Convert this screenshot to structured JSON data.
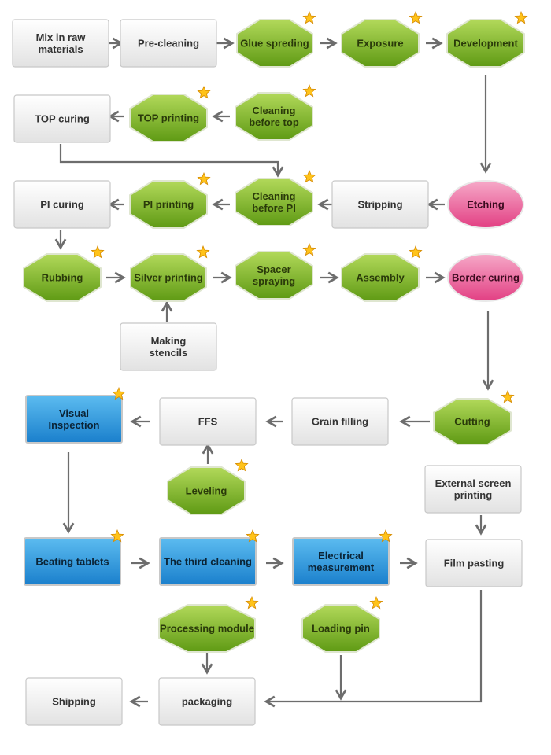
{
  "colors": {
    "gray_top": "#ffffff",
    "gray_bottom": "#e2e2e2",
    "gray_stroke": "#c8c8c8",
    "gray_text": "#333333",
    "green_top": "#b2d95a",
    "green_bottom": "#5f9a14",
    "green_stroke": "#ffffff",
    "green_text": "#2a3a0a",
    "pink_top": "#f6a9c8",
    "pink_bottom": "#e23f83",
    "pink_text": "#3a0a1e",
    "blue_top": "#5cbcf0",
    "blue_bottom": "#1a7fcc",
    "blue_text": "#0b2436",
    "arrow": "#6d6d6d",
    "star_fill": "#ffc31a",
    "star_stroke": "#d58a00"
  },
  "nodes": {
    "mix": {
      "label": [
        "Mix in raw",
        "materials"
      ],
      "kind": "gray"
    },
    "precleaning": {
      "label": [
        "Pre-cleaning"
      ],
      "kind": "gray"
    },
    "glue": {
      "label": [
        "Glue spreding"
      ],
      "kind": "green",
      "star": true
    },
    "exposure": {
      "label": [
        "Exposure"
      ],
      "kind": "green",
      "star": true
    },
    "development": {
      "label": [
        "Development"
      ],
      "kind": "green",
      "star": true
    },
    "top_curing": {
      "label": [
        "TOP curing"
      ],
      "kind": "gray"
    },
    "top_printing": {
      "label": [
        "TOP printing"
      ],
      "kind": "green",
      "star": true
    },
    "cleaning_top": {
      "label": [
        "Cleaning",
        "before top"
      ],
      "kind": "green",
      "star": true
    },
    "pi_curing": {
      "label": [
        "PI curing"
      ],
      "kind": "gray"
    },
    "pi_printing": {
      "label": [
        "PI printing"
      ],
      "kind": "green",
      "star": true
    },
    "cleaning_pi": {
      "label": [
        "Cleaning",
        "before PI"
      ],
      "kind": "green",
      "star": true
    },
    "stripping": {
      "label": [
        "Stripping"
      ],
      "kind": "gray"
    },
    "etching": {
      "label": [
        "Etching"
      ],
      "kind": "pink"
    },
    "rubbing": {
      "label": [
        "Rubbing"
      ],
      "kind": "green",
      "star": true
    },
    "silver": {
      "label": [
        "Silver printing"
      ],
      "kind": "green",
      "star": true
    },
    "spacer": {
      "label": [
        "Spacer",
        "spraying"
      ],
      "kind": "green",
      "star": true
    },
    "assembly": {
      "label": [
        "Assembly"
      ],
      "kind": "green",
      "star": true
    },
    "border": {
      "label": [
        "Border curing"
      ],
      "kind": "pink"
    },
    "stencils": {
      "label": [
        "Making",
        "stencils"
      ],
      "kind": "gray"
    },
    "visual": {
      "label": [
        "Visual",
        "Inspection"
      ],
      "kind": "blue",
      "star": true
    },
    "ffs": {
      "label": [
        "FFS"
      ],
      "kind": "gray"
    },
    "grain": {
      "label": [
        "Grain filling"
      ],
      "kind": "gray"
    },
    "cutting": {
      "label": [
        "Cutting"
      ],
      "kind": "green",
      "star": true
    },
    "leveling": {
      "label": [
        "Leveling"
      ],
      "kind": "green",
      "star": true
    },
    "external": {
      "label": [
        "External screen",
        "printing"
      ],
      "kind": "gray"
    },
    "beating": {
      "label": [
        "Beating tablets"
      ],
      "kind": "blue",
      "star": true
    },
    "third": {
      "label": [
        "The third cleaning"
      ],
      "kind": "blue",
      "star": true
    },
    "electrical": {
      "label": [
        "Electrical",
        "measurement"
      ],
      "kind": "blue",
      "star": true
    },
    "film": {
      "label": [
        "Film pasting"
      ],
      "kind": "gray"
    },
    "processing": {
      "label": [
        "Processing module"
      ],
      "kind": "green",
      "star": true
    },
    "loading": {
      "label": [
        "Loading pin"
      ],
      "kind": "green",
      "star": true
    },
    "shipping": {
      "label": [
        "Shipping"
      ],
      "kind": "gray"
    },
    "packaging": {
      "label": [
        "packaging"
      ],
      "kind": "gray"
    }
  }
}
